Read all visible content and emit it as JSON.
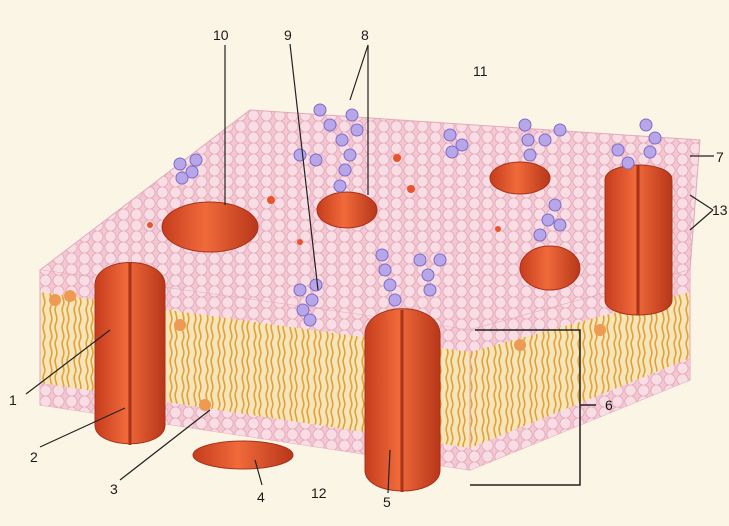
{
  "labels": {
    "l1": "1",
    "l2": "2",
    "l3": "3",
    "l4": "4",
    "l5": "5",
    "l6": "6",
    "l7": "7",
    "l8": "8",
    "l9": "9",
    "l10": "10",
    "l11": "11",
    "l12": "12",
    "l13": "13"
  },
  "colors": {
    "background": "#fbf5e6",
    "head_fill": "#f6d2dc",
    "head_stroke": "#e3a9b9",
    "tail": "#e7b34e",
    "protein": "#e9542c",
    "protein_dark": "#b9381a",
    "carbohydrate": "#b7a6e8",
    "carbohydrate_stroke": "#7e6cc8",
    "orange_head": "#ef9a52"
  }
}
